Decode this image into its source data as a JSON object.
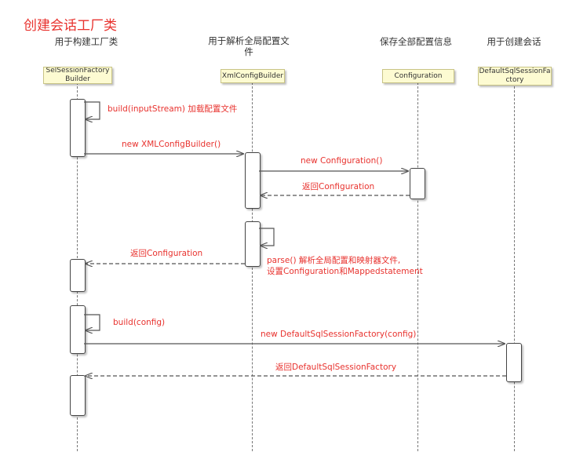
{
  "diagram": {
    "title": "创建会话工厂类",
    "participants": [
      {
        "id": "p1",
        "description": "用于构建工厂类",
        "box_label": "SelSessionFactoryBuilder"
      },
      {
        "id": "p2",
        "description": "用于解析全局配置文件",
        "box_label": "XmlConfigBuilder"
      },
      {
        "id": "p3",
        "description": "保存全部配置信息",
        "box_label": "Configuration"
      },
      {
        "id": "p4",
        "description": "用于创建会话",
        "box_label": "DefaultSqlSessionFactory"
      }
    ],
    "messages": [
      {
        "from": "p1",
        "to": "p1",
        "label": "build(inputStream) 加载配置文件",
        "style": "self"
      },
      {
        "from": "p1",
        "to": "p2",
        "label": "new XMLConfigBuilder()",
        "style": "solid"
      },
      {
        "from": "p2",
        "to": "p3",
        "label": "new Configuration()",
        "style": "solid"
      },
      {
        "from": "p3",
        "to": "p2",
        "label": "返回Configuration",
        "style": "dashed"
      },
      {
        "from": "p2",
        "to": "p2",
        "label": "parse() 解析全局配置和映射器文件,",
        "label2": "设置Configuration和Mappedstatement",
        "style": "self"
      },
      {
        "from": "p2",
        "to": "p1",
        "label": "返回Configuration",
        "style": "dashed"
      },
      {
        "from": "p1",
        "to": "p1",
        "label": "build(config)",
        "style": "self"
      },
      {
        "from": "p1",
        "to": "p4",
        "label": "new DefaultSqlSessionFactory(config)",
        "style": "solid"
      },
      {
        "from": "p4",
        "to": "p1",
        "label": "返回DefaultSqlSessionFactory",
        "style": "dashed"
      }
    ],
    "colors": {
      "message_text": "#e8322e",
      "box_fill": "#fdfbd2",
      "line": "#555555"
    }
  }
}
